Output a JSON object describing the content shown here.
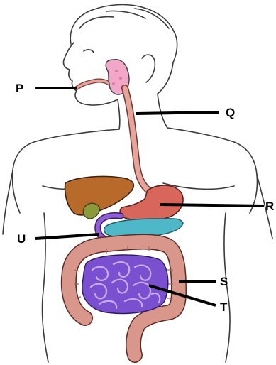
{
  "labels": {
    "P": "P",
    "Q": "Q",
    "R": "R",
    "S": "S",
    "T": "T",
    "U": "U"
  },
  "colors": {
    "mouth_tube": "#e8a39a",
    "salivary_gland": "#f2a6c8",
    "esophagus": "#e8a39a",
    "liver": "#b86a2a",
    "gallbladder": "#8a9a3a",
    "stomach": "#d9665a",
    "pancreas": "#4fb8c8",
    "duodenum": "#8f5ed8",
    "small_intestine": "#7a4fd0",
    "large_intestine": "#d9978c",
    "leader_line": "#000000",
    "outline": "#3a3a3a"
  }
}
